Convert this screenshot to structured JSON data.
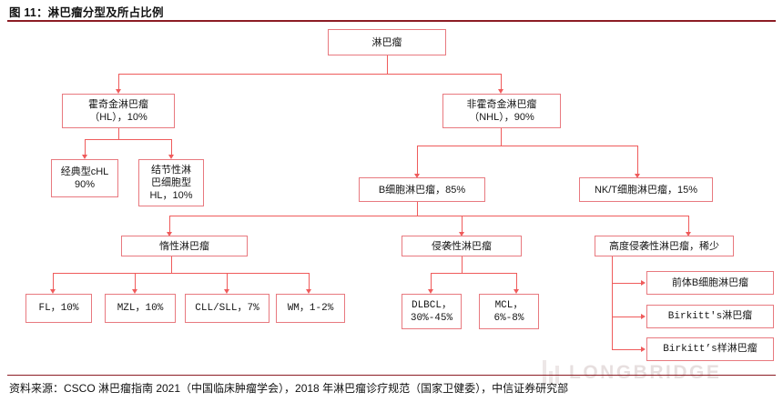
{
  "header": {
    "title": "图 11：淋巴瘤分型及所占比例"
  },
  "footer": {
    "source": "资料来源：CSCO 淋巴瘤指南 2021（中国临床肿瘤学会），2018 年淋巴瘤诊疗规范（国家卫健委），中信证券研究部",
    "watermark": "LONGBRIDGE"
  },
  "diagram": {
    "nodes": {
      "root": "淋巴瘤",
      "hl": "霍奇金淋巴瘤\n（HL），10%",
      "nhl": "非霍奇金淋巴瘤\n（NHL），90%",
      "chl": "经典型cHL\n90%",
      "nlphl": "结节性淋\n巴细胞型\nHL，10%",
      "bcell": "B细胞淋巴瘤，85%",
      "nkt": "NK/T细胞淋巴瘤，15%",
      "indolent": "惰性淋巴瘤",
      "aggressive": "侵袭性淋巴瘤",
      "highgrade": "高度侵袭性淋巴瘤，稀少",
      "fl": "FL，10%",
      "mzl": "MZL，10%",
      "cllsll": "CLL/SLL，7%",
      "wm": "WM，1-2%",
      "dlbcl": "DLBCL，\n30%-45%",
      "mcl": "MCL，\n6%-8%",
      "precursor_b": "前体B细胞淋巴瘤",
      "birkitt": "Birkitt's淋巴瘤",
      "birkitt_like": "Birkitt’s样淋巴瘤"
    },
    "colors": {
      "box_border": "#e8797f",
      "edge": "#ef5b5b",
      "rule": "#8c1c24"
    }
  }
}
